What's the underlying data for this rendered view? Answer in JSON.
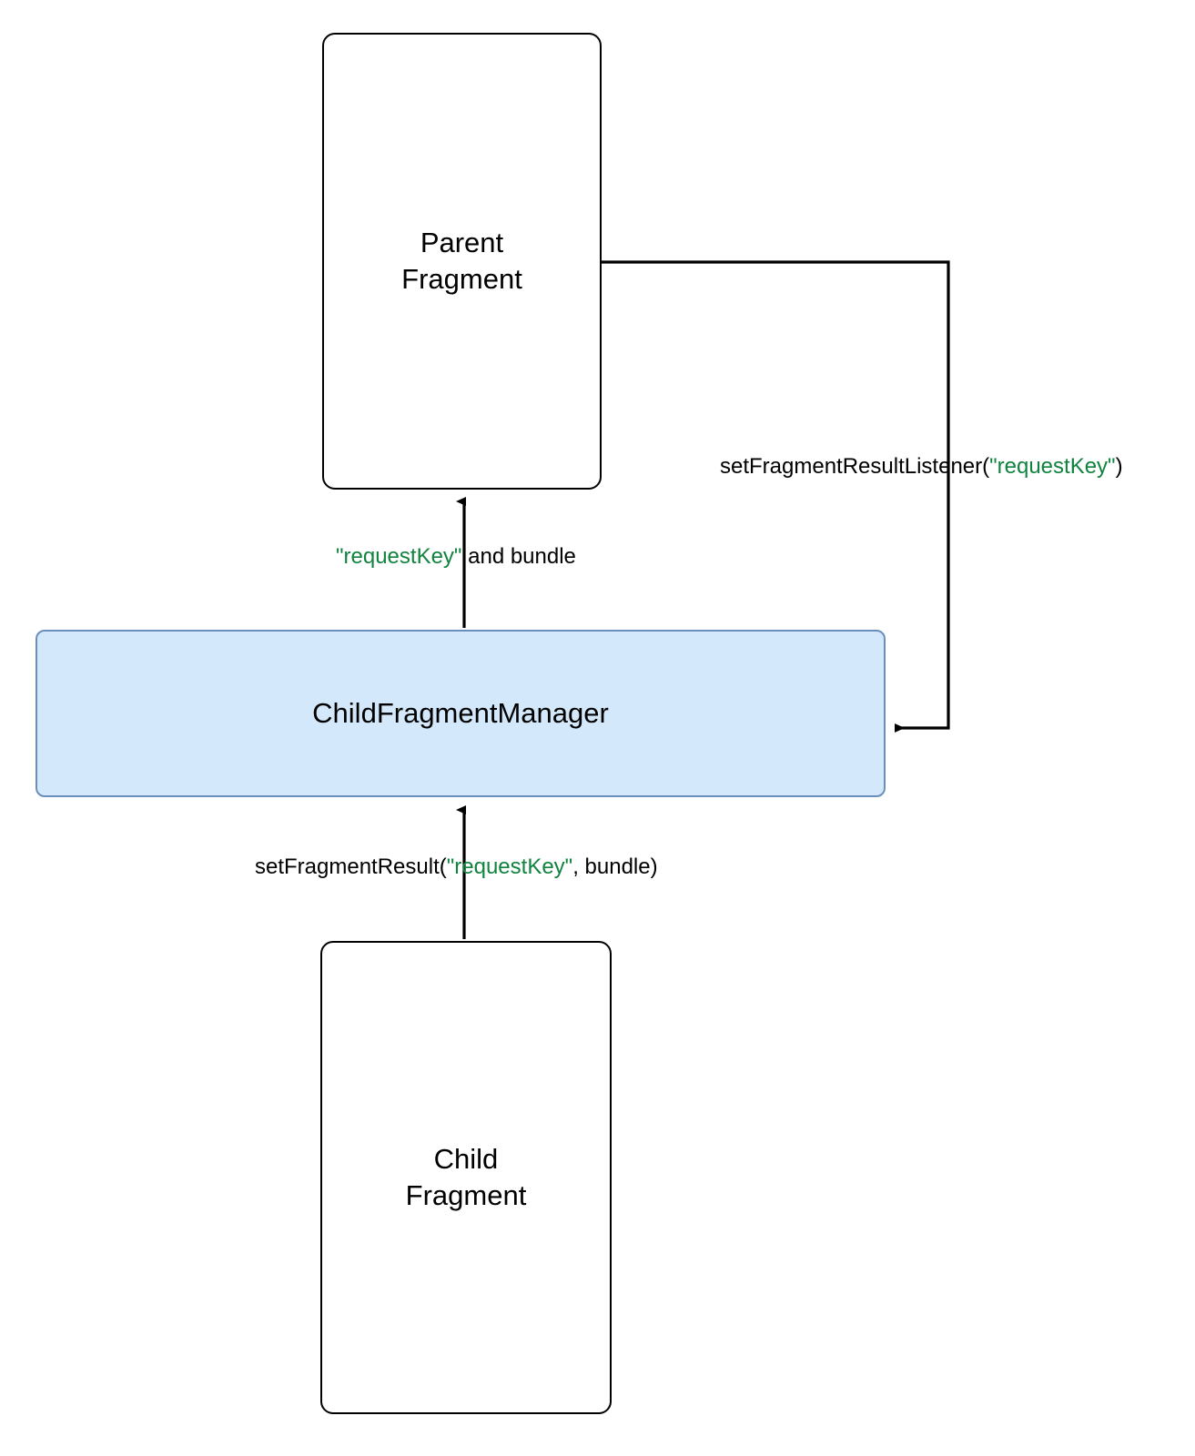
{
  "diagram": {
    "title": "Fragment Result API between Parent Fragment, ChildFragmentManager and Child Fragment",
    "background_color": "#ffffff",
    "nodes": [
      {
        "id": "parent-fragment",
        "label": "Parent\nFragment",
        "shape": "rounded-rectangle",
        "fill": "#ffffff",
        "stroke": "#000000",
        "text_color": "#000000"
      },
      {
        "id": "child-fragment-manager",
        "label": "ChildFragmentManager",
        "shape": "rounded-rectangle",
        "fill": "#d4e8fb",
        "stroke": "#6c8ebf",
        "text_color": "#000000"
      },
      {
        "id": "child-fragment",
        "label": "Child\nFragment",
        "shape": "rounded-rectangle",
        "fill": "#ffffff",
        "stroke": "#000000",
        "text_color": "#000000"
      }
    ],
    "edges": [
      {
        "id": "listener-edge",
        "from": "parent-fragment",
        "to": "child-fragment-manager",
        "routing": "orthogonal-right-down-left",
        "arrowhead": "filled-triangle",
        "stroke": "#000000",
        "label_parts": [
          {
            "text": "setFragmentResultListener(",
            "color": "#000000"
          },
          {
            "text": "\"requestKey\"",
            "color": "#10833f"
          },
          {
            "text": ")",
            "color": "#000000"
          }
        ],
        "label_plain": "setFragmentResultListener(\"requestKey\")"
      },
      {
        "id": "result-to-parent-edge",
        "from": "child-fragment-manager",
        "to": "parent-fragment",
        "routing": "vertical-up",
        "arrowhead": "filled-triangle",
        "stroke": "#000000",
        "label_parts": [
          {
            "text": "\"requestKey\"",
            "color": "#10833f"
          },
          {
            "text": " and bundle",
            "color": "#000000"
          }
        ],
        "label_plain": "\"requestKey\" and bundle"
      },
      {
        "id": "set-result-edge",
        "from": "child-fragment",
        "to": "child-fragment-manager",
        "routing": "vertical-up",
        "arrowhead": "filled-triangle",
        "stroke": "#000000",
        "label_parts": [
          {
            "text": "setFragmentResult(",
            "color": "#000000"
          },
          {
            "text": "\"requestKey\"",
            "color": "#10833f"
          },
          {
            "text": ", bundle)",
            "color": "#000000"
          }
        ],
        "label_plain": "setFragmentResult(\"requestKey\", bundle)"
      }
    ],
    "labels": {
      "parent_fragment": "Parent\nFragment",
      "child_fragment_manager": "ChildFragmentManager",
      "child_fragment": "Child\nFragment",
      "listener_prefix": "setFragmentResultListener(",
      "listener_key": "\"requestKey\"",
      "listener_suffix": ")",
      "bundle_key": "\"requestKey\"",
      "bundle_suffix": " and bundle",
      "setresult_prefix": "setFragmentResult(",
      "setresult_key": "\"requestKey\"",
      "setresult_suffix": ", bundle)"
    },
    "colors": {
      "highlight_fill": "#d4e8fb",
      "highlight_stroke": "#6c8ebf",
      "node_stroke": "#000000",
      "edge_stroke": "#000000",
      "key_text": "#10833f",
      "body_text": "#000000"
    }
  }
}
